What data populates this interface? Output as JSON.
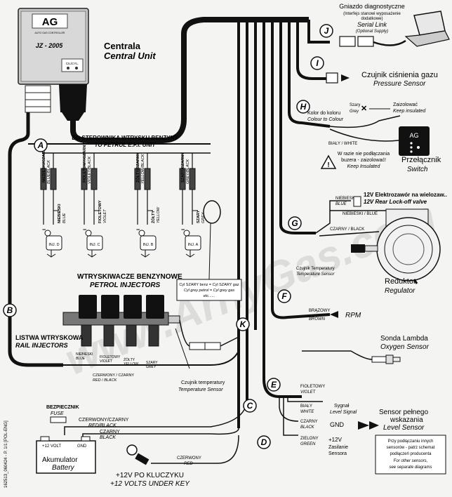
{
  "colors": {
    "wire": "#111111",
    "paper": "#f4f4f2",
    "watermark": "#c9c9c9"
  },
  "watermark": "www.ArnyGas.com",
  "ecu": {
    "logo": "AG",
    "logo_sub": "AUTO GAS CONTROLLER",
    "model": "JZ - 2005",
    "cil_label": "CIL/CYL.",
    "title_pl": "Centrala",
    "title_en": "Central Unit"
  },
  "diag": {
    "title": "Gniazdo diagnostyczne",
    "note1": "(Interfejs stanowi wyposażenie",
    "note2": "dodatkowe)",
    "serial": "Serial Link",
    "optional": "(Optional Supply)",
    "icon": "laptop-icon"
  },
  "pressure": {
    "pl": "Czujnik ciśnienia gazu",
    "en": "Pressure Sensor"
  },
  "switch": {
    "grey_pl": "Szary",
    "grey_en": "Grey",
    "insulate_pl": "Zaizolować",
    "insulate_en": "Keep insulated",
    "colour_pl": "Kolor do koloru",
    "colour_en": "Colour to Colour",
    "wire": "BIAŁY / WHITE",
    "warn1": "W razie nie podłączania",
    "warn2": "buzera - zaizolować!",
    "warn3": "Keep Insulated",
    "logo": "AG",
    "pl": "Przełącznik",
    "en": "Switch"
  },
  "petrol_ecu": {
    "pl": "DO STEROWNIKA WTRYSKU BENZYNY",
    "en": "TO PETROL E.F.I. UNIT"
  },
  "inj_wires": [
    "NIEBIESKI/CZARNY",
    "BLUE/BLACK",
    "FIOLETOWY/CZARNY",
    "VIOLET/BLACK",
    "ŻÓŁTY/CZARNY",
    "YELLOW/BLACK",
    "SZARY/CZARNY",
    "GREY/BLACK"
  ],
  "inj_wires2": [
    "NIEBIESKI",
    "BLUE",
    "FIOLETOWY",
    "VIOLET",
    "ŻÓŁTY",
    "YELLOW",
    "SZARY",
    "GREY"
  ],
  "injectors": [
    "INJ. D",
    "INJ. C",
    "INJ. B",
    "INJ. A"
  ],
  "petrol_inj": {
    "pl": "WTRYSKIWACZE BENZYNOWE",
    "en": "PETROL INJECTORS"
  },
  "note_grey": {
    "l1": "Cyl SZARY benz = Cyl SZARY gaz",
    "l2": "Cyl grey petrol = Cyl grey gas",
    "l3": "etc......"
  },
  "rail": {
    "pl": "LISTWA WTRYSKOWA",
    "en": "RAIL INJECTORS",
    "w1": "NIEBIESKI",
    "w1en": "BLUE",
    "w2": "FIOLETOWY",
    "w2en": "VIOLET",
    "w3": "ŻÓŁTY",
    "w3en": "YELLOW",
    "w4": "SZARY",
    "w4en": "GREY",
    "cb": "CZERWONY / CZARNY",
    "cben": "RED / BLACK"
  },
  "temp_sensor": {
    "pl": "Czujnik temperatury",
    "en": "Temperature Sensor"
  },
  "valve": {
    "wire1": "NIEBIESKI",
    "wire1en": "BLUE",
    "l1": "12V Elektrozawór na wielozaw..",
    "l2": "12V Rear Lock-off valve",
    "wire2": "NIEBIESKI / BLUE",
    "wire3": "CZARNY / BLACK"
  },
  "regulator": {
    "temp_pl": "Czujnik Temperatury",
    "temp_en": "Temperature Sensor",
    "pl": "Reduktor",
    "en": "Regulator"
  },
  "rpm": {
    "wire": "BRĄZOWY",
    "wireen": "BROWN",
    "label": "RPM"
  },
  "lambda": {
    "pl": "Sonda Lambda",
    "en": "Oxygen Sensor"
  },
  "level": {
    "w1": "FIOLETOWY",
    "w1en": "VIOLET",
    "w2": "BIAŁY",
    "w2en": "WHITE",
    "sig_pl": "Sygnał",
    "sig_en": "Level Signal",
    "w3": "CZARNY",
    "w3en": "BLACK",
    "gnd": "GND",
    "w4": "ZIELONY",
    "w4en": "GREEN",
    "v12": "+12V",
    "zas": "Zasilanie",
    "sens": "Sensora",
    "title1": "Sensor pełnego",
    "title2": "wskazania",
    "title_en": "Level Sensor"
  },
  "note_other": {
    "l1": "Przy podłączaniu innych",
    "l2": "sensorów - patrz schemat",
    "l3": "podłączeń producenta",
    "l4": "For other sensors,",
    "l5": "see separate diagrams"
  },
  "fuse": {
    "pl": "BEZPIECZNIK",
    "en": "FUSE"
  },
  "battery": {
    "w1": "CZERWONY/CZARNY",
    "w1en": "RED/BLACK",
    "w2": "CZARNY",
    "w2en": "BLACK",
    "plus": "+12 VOLT",
    "gnd": "GND",
    "pl": "Akumulator",
    "en": "Battery"
  },
  "key": {
    "wire": "CZERWONY",
    "wireen": "RED",
    "pl": "+12V PO KLUCZYKU",
    "en": "+12 VOLTS UNDER KEY"
  },
  "side_code": "162513_060424 - P. 1/1 [POL-ENG]",
  "connectors": [
    "J",
    "I",
    "H",
    "G",
    "F",
    "E",
    "D",
    "C",
    "K",
    "B",
    "A"
  ]
}
